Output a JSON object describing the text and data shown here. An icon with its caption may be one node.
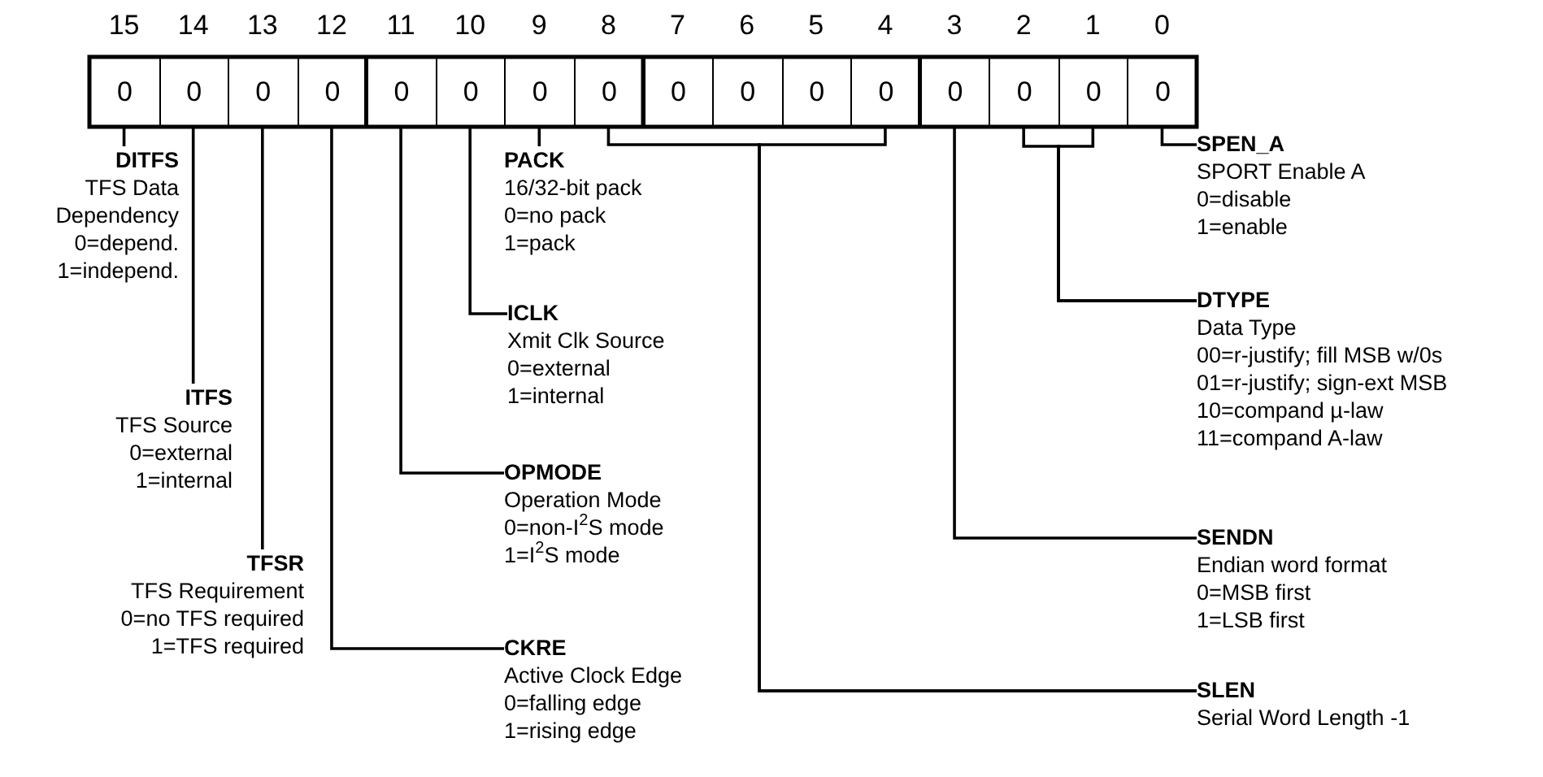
{
  "diagram": {
    "nodes": [
      {
        "text": [
          "0"
        ],
        "beside": [
          "15"
        ]
      },
      {
        "text": [
          "0"
        ],
        "beside": [
          "14"
        ]
      },
      {
        "text": [
          "0"
        ],
        "beside": [
          "13"
        ]
      },
      {
        "text": [
          "0"
        ],
        "beside": [
          "12"
        ]
      },
      {
        "text": [
          "0"
        ],
        "beside": [
          "11"
        ]
      },
      {
        "text": [
          "0"
        ],
        "beside": [
          "10"
        ]
      },
      {
        "text": [
          "0"
        ],
        "beside": [
          "9"
        ]
      },
      {
        "text": [
          "0"
        ],
        "beside": [
          "8"
        ]
      },
      {
        "text": [
          "0"
        ],
        "beside": [
          "7"
        ]
      },
      {
        "text": [
          "0"
        ],
        "beside": [
          "6"
        ]
      },
      {
        "text": [
          "0"
        ],
        "beside": [
          "5"
        ]
      },
      {
        "text": [
          "0"
        ],
        "beside": [
          "4"
        ]
      },
      {
        "text": [
          "0"
        ],
        "beside": [
          "3"
        ]
      },
      {
        "text": [
          "0"
        ],
        "beside": [
          "2"
        ]
      },
      {
        "text": [
          "0"
        ],
        "beside": [
          "1"
        ]
      },
      {
        "text": [
          "0"
        ],
        "beside": [
          "0"
        ]
      },
      {
        "text": [
          "DITFS",
          "TFS Data Dependency",
          "0=depend.",
          "1=independ."
        ]
      },
      {
        "text": [
          "PACK",
          "16/32-bit pack",
          "0=no pack",
          "1=pack"
        ]
      },
      {
        "text": [
          "SPEN_A",
          "SPORT Enable A",
          "0=disable",
          "1=enable"
        ]
      },
      {
        "text": [
          "ICLK",
          "Xmit Clk Source",
          "0=external",
          "1=internal"
        ]
      },
      {
        "text": [
          "DTYPE",
          "Data Type",
          "00=r-justify; fill MSB w/0s",
          "01=r-justify; sign-ext MSB",
          "10=compand µ-law",
          "11=compand A-law"
        ]
      },
      {
        "text": [
          "ITFS",
          "TFS Source",
          "0=external",
          "1=internal"
        ]
      },
      {
        "text": [
          "OPMODE",
          "Operation Mode",
          "0=non-I$^{2}$S mode",
          "1=I$^{2}$S mode"
        ]
      },
      {
        "text": [
          "SENDN",
          "Endian word format",
          "0=MSB first",
          "1=LSB first"
        ]
      },
      {
        "text": [
          "TFSR",
          "TFS Requirement",
          "0=no TFS required",
          "1=TFS required"
        ]
      },
      {
        "text": [
          "CKRE",
          "Active Clock Edge",
          "0=falling edge",
          "1=rising edge"
        ]
      },
      {
        "text": [
          "SLEN",
          "Serial Word Length -1"
        ]
      }
    ],
    "edges": [
      {
        "from": 16,
        "to": 0,
        "arrow": "none"
      },
      {
        "from": 17,
        "to": 6,
        "arrow": "none"
      },
      {
        "from": 18,
        "to": 15,
        "arrow": "none"
      },
      {
        "from": 19,
        "to": 5,
        "arrow": "none"
      },
      {
        "from": 20,
        "to": 13,
        "arrow": "none"
      },
      {
        "from": 20,
        "to": 14,
        "arrow": "none"
      },
      {
        "from": 21,
        "to": 1,
        "arrow": "none"
      },
      {
        "from": 22,
        "to": 4,
        "arrow": "none"
      },
      {
        "from": 23,
        "to": 12,
        "arrow": "none"
      },
      {
        "from": 24,
        "to": 2,
        "arrow": "none"
      },
      {
        "from": 25,
        "to": 3,
        "arrow": "none"
      },
      {
        "from": 26,
        "to": 7,
        "arrow": "none"
      },
      {
        "from": 26,
        "to": 11,
        "arrow": "none"
      }
    ]
  }
}
